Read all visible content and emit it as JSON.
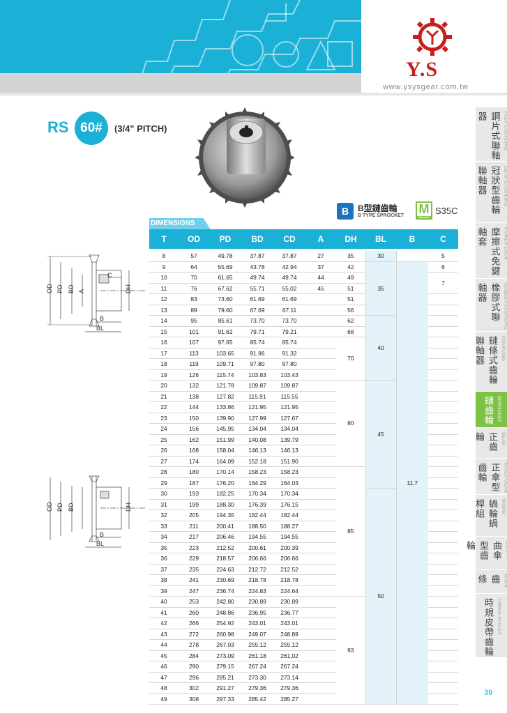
{
  "header": {
    "brand": "Y.S",
    "website": "www.ysysgear.com.tw",
    "colors": {
      "accent": "#1bb0d6",
      "brand_red": "#c81e1e",
      "active_green": "#7dc242"
    }
  },
  "title": {
    "series": "RS",
    "number": "60#",
    "pitch": "(3/4\" PITCH)"
  },
  "type_badge": {
    "icon": "B",
    "zh": "B型鏈齒輪",
    "en": "B TYPE SPROCKET"
  },
  "material": {
    "icon": "M",
    "icon_caption": "Material",
    "value": "S35C"
  },
  "sidebar": [
    {
      "zh": "鋼片式聯軸器",
      "en": "FLEX COUPLING",
      "active": false
    },
    {
      "zh": "冠狀型齒輪聯軸器",
      "en": "GEAR COUPLING",
      "active": false
    },
    {
      "zh": "摩擦式免鍵軸套",
      "en": "POWER LOCK",
      "active": false
    },
    {
      "zh": "橡膠式聯軸器",
      "en": "RUBBER COUPLING",
      "active": false
    },
    {
      "zh": "鏈條式齒輪聯軸器",
      "en": "ROLLER CHAIN COUPLING",
      "active": false
    },
    {
      "zh": "鏈齒輪",
      "en": "SPROCKET",
      "active": true
    },
    {
      "zh": "正齒輪",
      "en": "SPUR GEAR",
      "active": false
    },
    {
      "zh": "正傘型齒輪",
      "en": "MITER GEAR",
      "active": false
    },
    {
      "zh": "蝸輪蝸桿組",
      "en": "WORM GEAR & WORM",
      "active": false
    },
    {
      "zh": "曲傘型齒輪",
      "en": "CURVED BEVEL GEAR",
      "active": false
    },
    {
      "zh": "齒條",
      "en": "RACK",
      "active": false
    },
    {
      "zh": "時規皮帶齒輪",
      "en": "TIMING PULLEY",
      "active": false
    }
  ],
  "page_number": "39",
  "drawing_labels": {
    "od": "OD",
    "pd": "PD",
    "bd": "BD",
    "a": "A",
    "dh": "DH",
    "c": "C",
    "b": "B",
    "bl": "BL"
  },
  "table": {
    "section_label": "DIMENSIONS",
    "columns": [
      "T",
      "OD",
      "PD",
      "BD",
      "CD",
      "A",
      "DH",
      "BL",
      "B",
      "C"
    ],
    "rows": [
      [
        "8",
        "57",
        "49.78",
        "37.87",
        "37.87",
        "27",
        "35"
      ],
      [
        "9",
        "64",
        "55.69",
        "43.78",
        "42.94",
        "37",
        "42"
      ],
      [
        "10",
        "70",
        "61.65",
        "49.74",
        "49.74",
        "44",
        "49"
      ],
      [
        "11",
        "76",
        "67.62",
        "55.71",
        "55.02",
        "45",
        "51"
      ],
      [
        "12",
        "83",
        "73.60",
        "61.69",
        "61.69",
        "",
        "51"
      ],
      [
        "13",
        "89",
        "79.60",
        "67.69",
        "67.11",
        "",
        "56"
      ],
      [
        "14",
        "95",
        "85.61",
        "73.70",
        "73.70",
        "",
        "62"
      ],
      [
        "15",
        "101",
        "91.62",
        "79.71",
        "79.21",
        "",
        "68"
      ],
      [
        "16",
        "107",
        "97.65",
        "85.74",
        "85.74",
        "",
        ""
      ],
      [
        "17",
        "113",
        "103.65",
        "91.96",
        "91.32",
        "",
        ""
      ],
      [
        "18",
        "119",
        "109.71",
        "97.80",
        "97.80",
        "",
        ""
      ],
      [
        "19",
        "126",
        "115.74",
        "103.83",
        "103.43",
        "",
        ""
      ],
      [
        "20",
        "132",
        "121.78",
        "109.87",
        "109.87",
        "",
        ""
      ],
      [
        "21",
        "138",
        "127.82",
        "115.91",
        "115.55",
        "",
        ""
      ],
      [
        "22",
        "144",
        "133.86",
        "121.95",
        "121.95",
        "",
        ""
      ],
      [
        "23",
        "150",
        "139.90",
        "127.99",
        "127.67",
        "",
        ""
      ],
      [
        "24",
        "156",
        "145.95",
        "134.04",
        "134.04",
        "",
        ""
      ],
      [
        "25",
        "162",
        "151.99",
        "140.08",
        "139.79",
        "",
        ""
      ],
      [
        "26",
        "168",
        "158.04",
        "146.13",
        "146.13",
        "",
        ""
      ],
      [
        "27",
        "174",
        "164.09",
        "152.18",
        "151.90",
        "",
        ""
      ],
      [
        "28",
        "180",
        "170.14",
        "158.23",
        "158.23",
        "",
        ""
      ],
      [
        "29",
        "187",
        "176.20",
        "164.29",
        "164.03",
        "",
        ""
      ],
      [
        "30",
        "193",
        "182.25",
        "170.34",
        "170.34",
        "",
        ""
      ],
      [
        "31",
        "199",
        "188.30",
        "176.39",
        "176.15",
        "",
        ""
      ],
      [
        "32",
        "205",
        "194.35",
        "182.44",
        "182.44",
        "",
        ""
      ],
      [
        "33",
        "211",
        "200.41",
        "188.50",
        "188.27",
        "",
        ""
      ],
      [
        "34",
        "217",
        "206.46",
        "194.55",
        "194.55",
        "",
        ""
      ],
      [
        "35",
        "223",
        "212.52",
        "200.61",
        "200.39",
        "",
        ""
      ],
      [
        "36",
        "229",
        "218.57",
        "206.66",
        "206.66",
        "",
        ""
      ],
      [
        "37",
        "235",
        "224.63",
        "212.72",
        "212.52",
        "",
        ""
      ],
      [
        "38",
        "241",
        "230.69",
        "218.78",
        "218.78",
        "",
        ""
      ],
      [
        "39",
        "247",
        "236.74",
        "224.83",
        "224.64",
        "",
        ""
      ],
      [
        "40",
        "253",
        "242.80",
        "230.89",
        "230.89",
        "",
        ""
      ],
      [
        "41",
        "260",
        "248.86",
        "236.95",
        "236.77",
        "",
        ""
      ],
      [
        "42",
        "266",
        "254.92",
        "243.01",
        "243.01",
        "",
        ""
      ],
      [
        "43",
        "272",
        "260.98",
        "249.07",
        "248.89",
        "",
        ""
      ],
      [
        "44",
        "278",
        "267.03",
        "255.12",
        "255.12",
        "",
        ""
      ],
      [
        "45",
        "284",
        "273.09",
        "261.18",
        "261.02",
        "",
        ""
      ],
      [
        "46",
        "290",
        "279.15",
        "267.24",
        "267.24",
        "",
        ""
      ],
      [
        "47",
        "296",
        "285.21",
        "273.30",
        "273.14",
        "",
        ""
      ],
      [
        "48",
        "302",
        "291.27",
        "279.36",
        "279.36",
        "",
        ""
      ],
      [
        "49",
        "308",
        "297.33",
        "285.42",
        "285.27",
        "",
        ""
      ]
    ],
    "merged": {
      "dh_groups": [
        {
          "value": "70",
          "from": 8,
          "to": 11
        },
        {
          "value": "80",
          "from": 12,
          "to": 19
        },
        {
          "value": "85",
          "from": 20,
          "to": 31
        },
        {
          "value": "93",
          "from": 32,
          "to": 41
        }
      ],
      "bl_groups": [
        {
          "value": "30",
          "from": 0,
          "to": 0
        },
        {
          "value": "35",
          "from": 1,
          "to": 5
        },
        {
          "value": "40",
          "from": 6,
          "to": 11
        },
        {
          "value": "45",
          "from": 12,
          "to": 21
        },
        {
          "value": "50",
          "from": 22,
          "to": 41
        }
      ],
      "b_groups": [
        {
          "value": "",
          "from": 0,
          "to": 0
        },
        {
          "value": "11.7",
          "from": 1,
          "to": 41
        }
      ],
      "c_values": [
        {
          "value": "5",
          "row": 0
        },
        {
          "value": "6",
          "row": 1
        },
        {
          "value": "7",
          "row": 2,
          "span": 2
        }
      ]
    }
  }
}
